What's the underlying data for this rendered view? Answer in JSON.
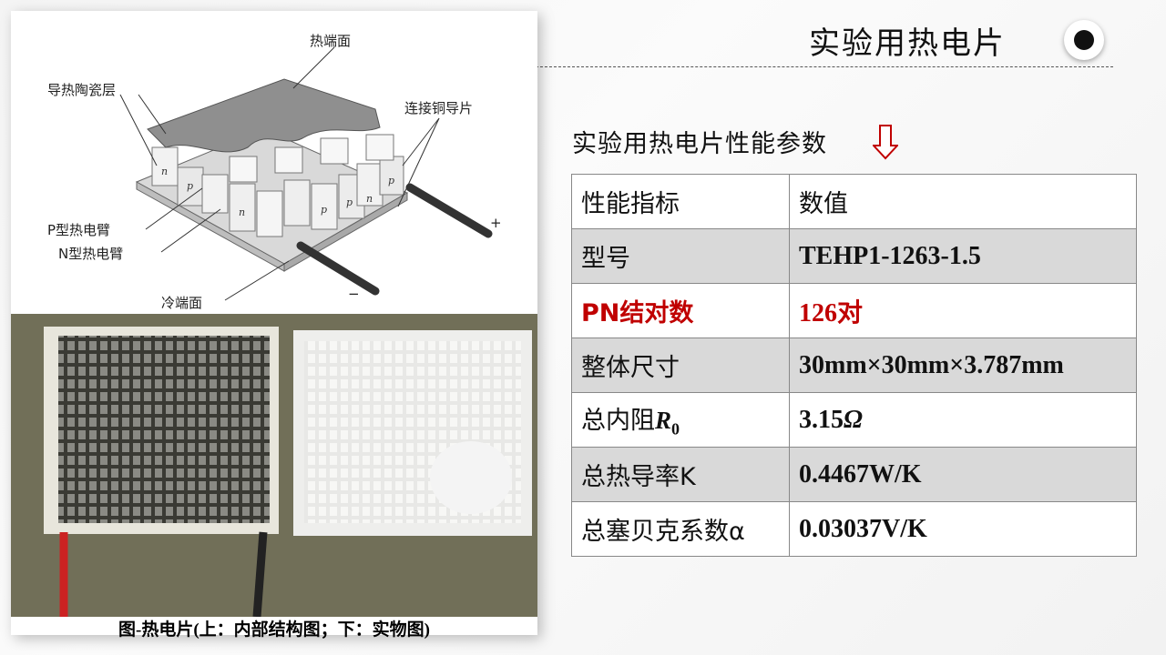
{
  "slide": {
    "title": "实验用热电片"
  },
  "diagram": {
    "labels": {
      "hot_face": "热端面",
      "ceramic": "导热陶瓷层",
      "copper": "连接铜导片",
      "p_arm": "P型热电臂",
      "n_arm": "N型热电臂",
      "cold_face": "冷端面",
      "plus": "+",
      "minus": "−",
      "p": "p",
      "n": "n"
    }
  },
  "caption": "图-热电片(上：内部结构图；下：实物图)",
  "section": {
    "heading": "实验用热电片性能参数",
    "arrow_color": "#c00000"
  },
  "table": {
    "rows": [
      {
        "label": "性能指标",
        "value": "数值"
      },
      {
        "label": "型号",
        "value": "TEHP1-1263-1.5"
      },
      {
        "label": "PN结对数",
        "value": "126对"
      },
      {
        "label": "整体尺寸",
        "value": "30mm×30mm×3.787mm"
      },
      {
        "label": "总内阻",
        "symbol": "R",
        "symbol_sub": "0",
        "value": "3.15",
        "value_unit": "Ω"
      },
      {
        "label": "总热导率K",
        "value": "0.4467W/K"
      },
      {
        "label": "总塞贝克系数α",
        "value": "0.03037V/K"
      }
    ]
  },
  "colors": {
    "highlight": "#c00000",
    "row_alt": "#d9d9d9"
  }
}
